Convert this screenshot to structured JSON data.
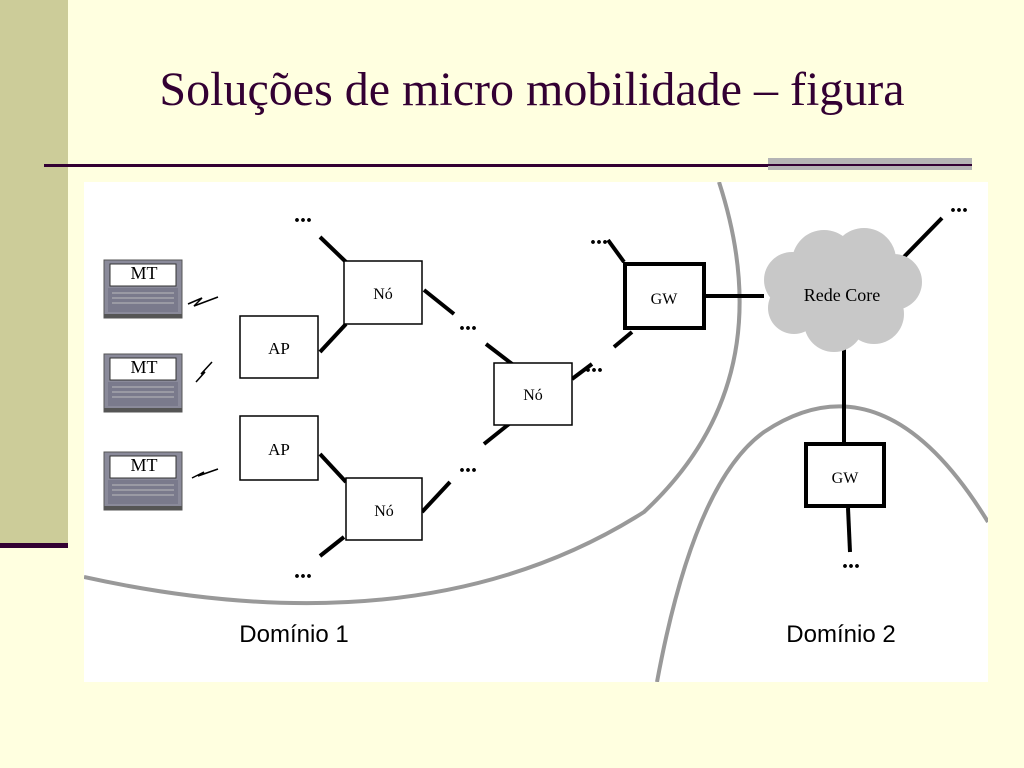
{
  "slide": {
    "title": "Soluções de micro mobilidade – figura"
  },
  "diagram": {
    "mt_label": "MT",
    "ap_label": "AP",
    "node_label": "Nó",
    "gw_label": "GW",
    "cloud_label": "Rede Core",
    "ellipsis": "...",
    "domain1": "Domínio 1",
    "domain2": "Domínio 2"
  },
  "colors": {
    "background": "#FFFFE0",
    "title": "#330033",
    "sidebar": "#CCCC99",
    "boundary": "#999999",
    "cloud": "#C8C8C8",
    "laptop": "#6E6E7E"
  }
}
